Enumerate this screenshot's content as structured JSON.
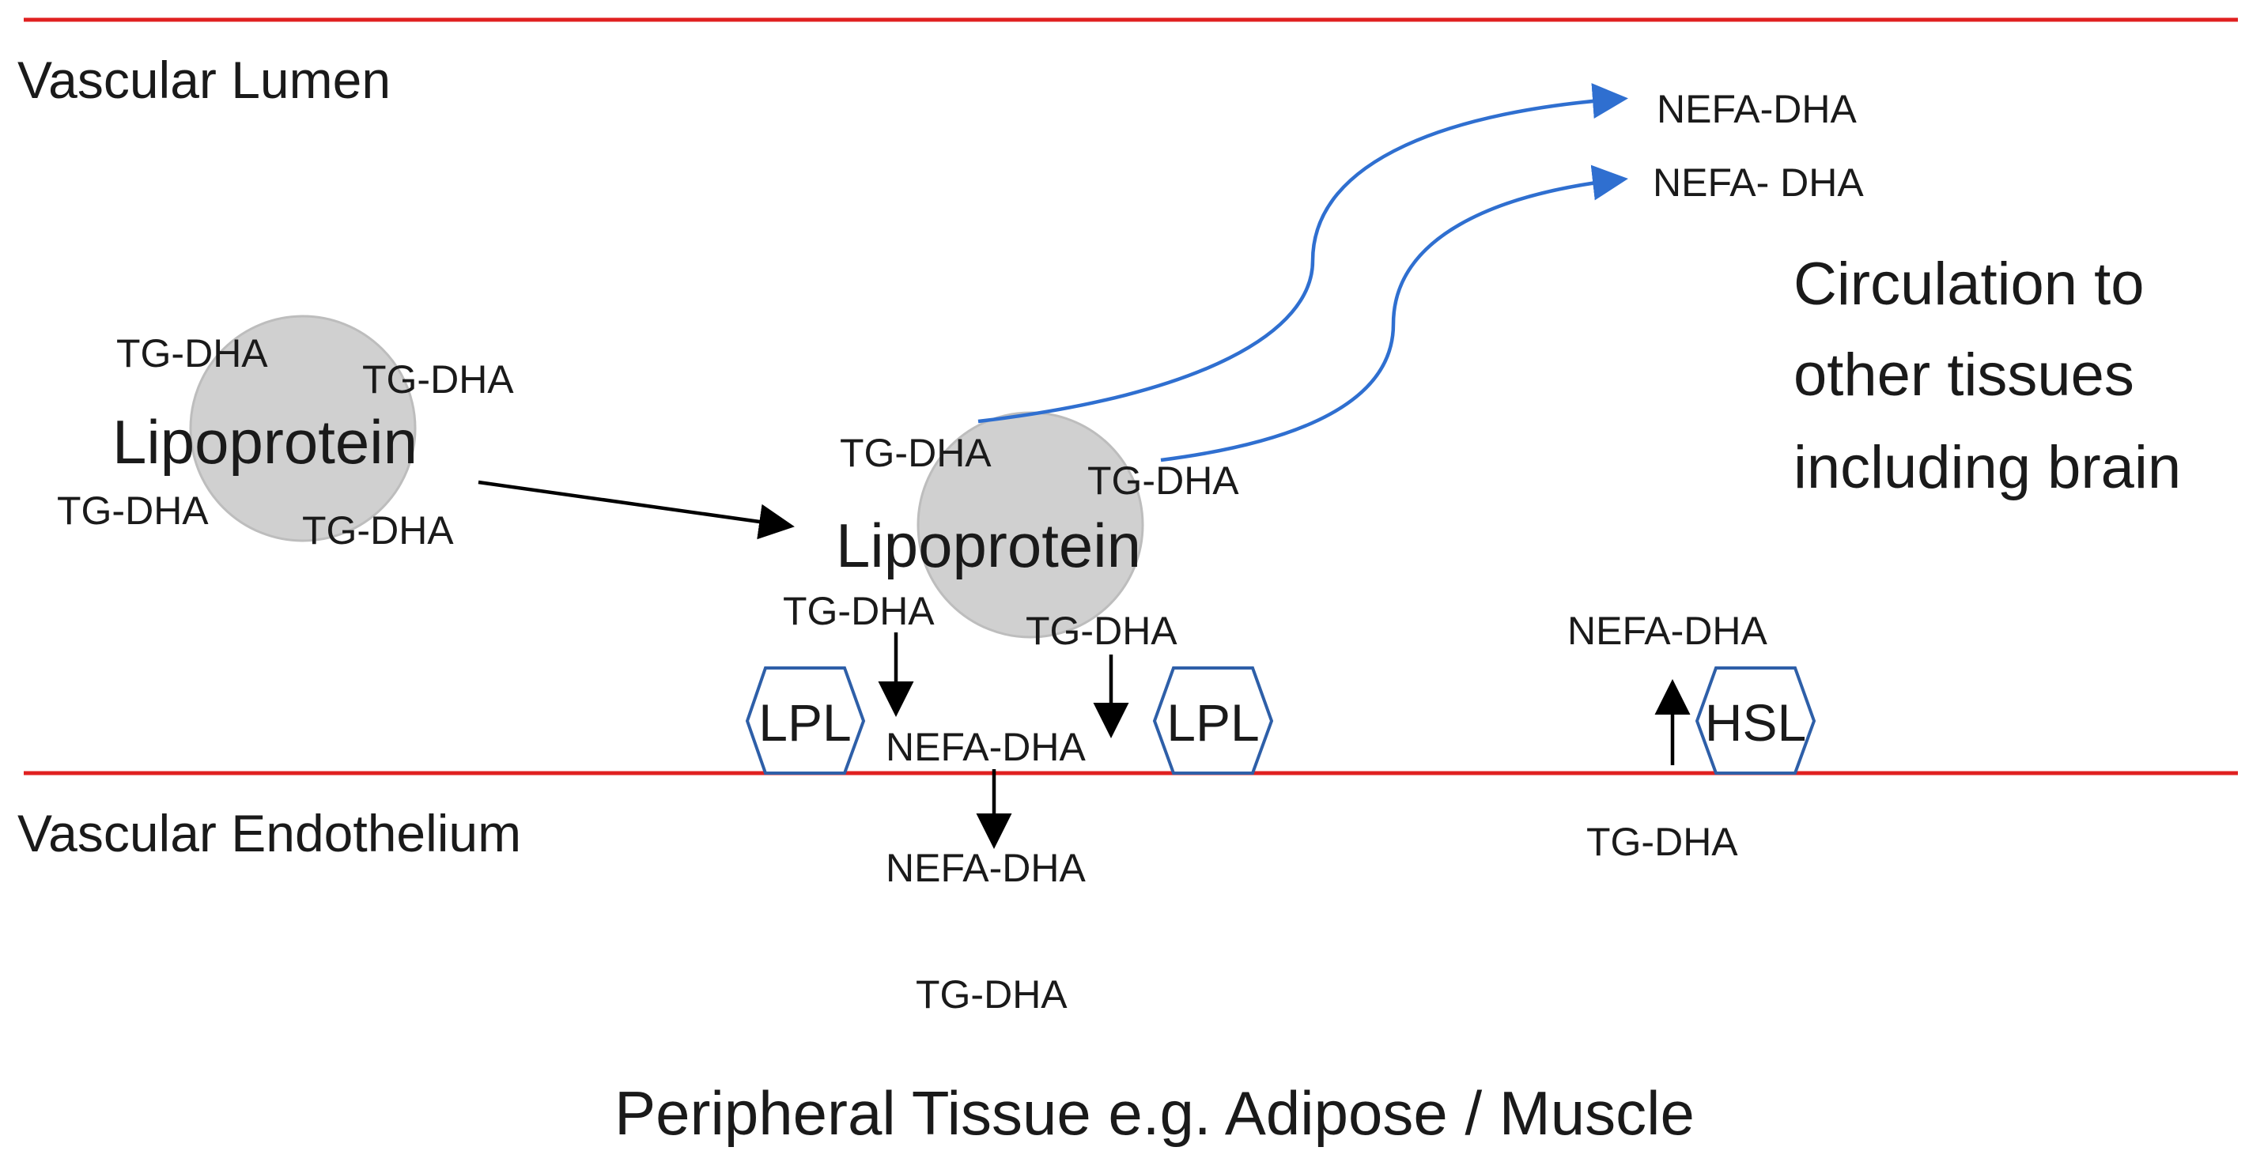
{
  "regions": {
    "lumen": "Vascular Lumen",
    "endothelium": "Vascular Endothelium",
    "tissue": "Peripheral Tissue e.g. Adipose / Muscle"
  },
  "particles": {
    "left": {
      "label": "Lipoprotein",
      "tg": [
        "TG-DHA",
        "TG-DHA",
        "TG-DHA",
        "TG-DHA"
      ]
    },
    "center": {
      "label": "Lipoprotein",
      "tg": [
        "TG-DHA",
        "TG-DHA",
        "TG-DHA",
        "TG-DHA"
      ]
    }
  },
  "enzymes": {
    "lpl_left": "LPL",
    "lpl_right": "LPL",
    "hsl": "HSL"
  },
  "molecules": {
    "nefa_top_1": "NEFA-DHA",
    "nefa_top_2": "NEFA- DHA",
    "nefa_lumen": "NEFA-DHA",
    "nefa_endo": "NEFA-DHA",
    "tg_tissue": "TG-DHA",
    "nefa_hsl": "NEFA-DHA",
    "tg_hsl": "TG-DHA"
  },
  "circulation": [
    "Circulation to",
    "other tissues",
    "including brain"
  ],
  "colors": {
    "boundary": "#e02020",
    "particle": "#d0d0d0",
    "enzyme_outline": "#2e5fa8",
    "flow_arrow": "#2f6fd0",
    "arrow": "#000000"
  }
}
